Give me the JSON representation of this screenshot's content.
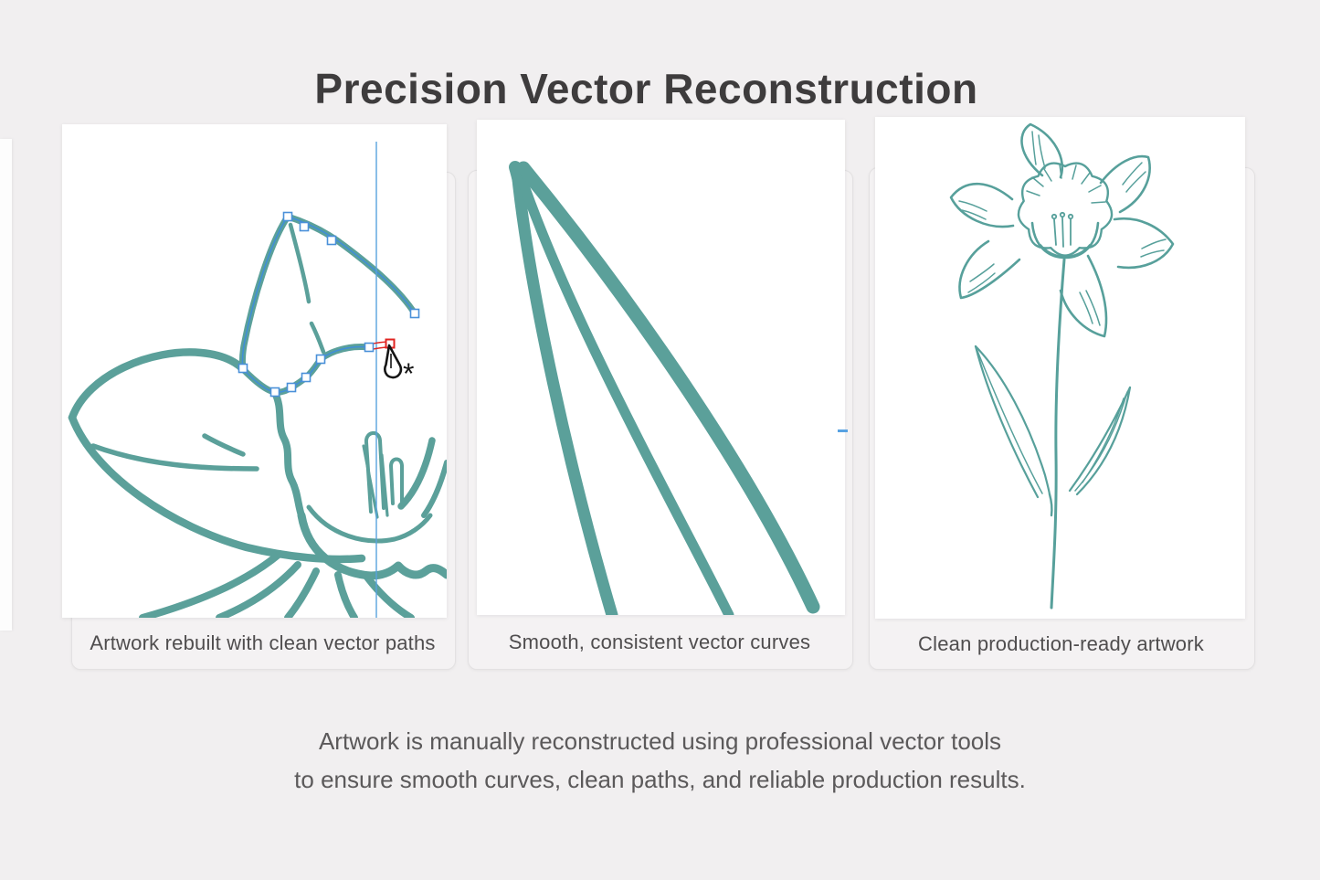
{
  "page": {
    "title": "Precision Vector Reconstruction",
    "description": {
      "line1": "Artwork is manually reconstructed using professional vector tools",
      "line2": "to ensure smooth curves, clean paths, and reliable production results."
    }
  },
  "panels": [
    {
      "caption": "Artwork rebuilt with clean vector paths"
    },
    {
      "caption": "Smooth, consistent vector curves"
    },
    {
      "caption": "Clean production-ready artwork"
    }
  ],
  "cursor": {
    "tool": "pen-tool",
    "badge": "*"
  },
  "colors": {
    "background": "#f1eff0",
    "artwork_teal": "#5ba09a",
    "selection_blue": "#3f8ed8",
    "guide_blue": "#58a3de",
    "highlight_red": "#e02421",
    "panel_white": "#ffffff",
    "card_border": "#e3e1e2",
    "title_text": "#3e3c3d",
    "caption_text": "#4f4d4e",
    "body_text": "#5b595a"
  }
}
